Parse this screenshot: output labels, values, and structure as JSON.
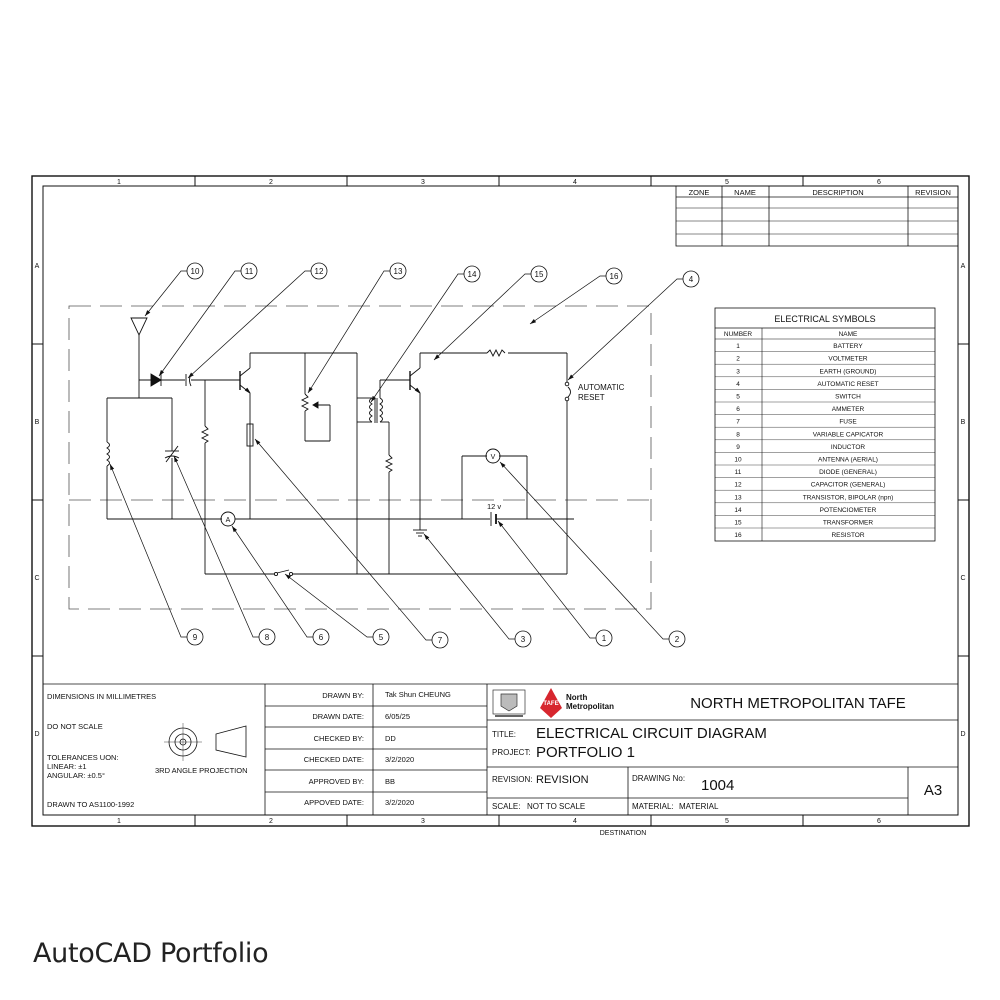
{
  "caption": "AutoCAD Portfolio",
  "border": {
    "columns": [
      "1",
      "2",
      "3",
      "4",
      "5",
      "6"
    ],
    "rows": [
      "A",
      "B",
      "C",
      "D"
    ],
    "bottom_label": "DESTINATION"
  },
  "revision_table": {
    "headers": [
      "ZONE",
      "NAME",
      "DESCRIPTION",
      "REVISION"
    ]
  },
  "symbols_table": {
    "title": "ELECTRICAL SYMBOLS",
    "headers": [
      "NUMBER",
      "NAME"
    ],
    "rows": [
      {
        "number": "1",
        "name": "BATTERY"
      },
      {
        "number": "2",
        "name": "VOLTMETER"
      },
      {
        "number": "3",
        "name": "EARTH (GROUND)"
      },
      {
        "number": "4",
        "name": "AUTOMATIC RESET"
      },
      {
        "number": "5",
        "name": "SWITCH"
      },
      {
        "number": "6",
        "name": "AMMETER"
      },
      {
        "number": "7",
        "name": "FUSE"
      },
      {
        "number": "8",
        "name": "VARIABLE CAPICATOR"
      },
      {
        "number": "9",
        "name": "INDUCTOR"
      },
      {
        "number": "10",
        "name": "ANTENNA (AERIAL)"
      },
      {
        "number": "11",
        "name": "DIODE (GENERAL)"
      },
      {
        "number": "12",
        "name": "CAPACITOR (GENERAL)"
      },
      {
        "number": "13",
        "name": "TRANSISTOR, BIPOLAR (npn)"
      },
      {
        "number": "14",
        "name": "POTENCIOMETER"
      },
      {
        "number": "15",
        "name": "TRANSFORMER"
      },
      {
        "number": "16",
        "name": "RESISTOR"
      }
    ]
  },
  "circuit": {
    "auto_reset_label_1": "AUTOMATIC",
    "auto_reset_label_2": "RESET",
    "battery_label": "12 v",
    "voltmeter_symbol": "V",
    "ammeter_symbol": "A",
    "callouts": [
      "10",
      "11",
      "12",
      "13",
      "14",
      "15",
      "16",
      "4",
      "9",
      "8",
      "6",
      "5",
      "7",
      "3",
      "1",
      "2"
    ]
  },
  "title_block": {
    "dimensions": "DIMENSIONS IN MILLIMETRES",
    "do_not_scale": "DO NOT SCALE",
    "tolerances": "TOLERANCES UON:",
    "linear": "LINEAR: ±1",
    "angular": "ANGULAR: ±0.5°",
    "projection": "3RD ANGLE PROJECTION",
    "drawn_to": "DRAWN TO AS1100-1992",
    "drawn_by_label": "DRAWN BY:",
    "drawn_by": "Tak Shun CHEUNG",
    "drawn_date_label": "DRAWN DATE:",
    "drawn_date": "6/05/25",
    "checked_by_label": "CHECKED BY:",
    "checked_by": "DD",
    "checked_date_label": "CHECKED DATE:",
    "checked_date": "3/2/2020",
    "approved_by_label": "APPROVED BY:",
    "approved_by": "BB",
    "approved_date_label": "APPOVED DATE:",
    "approved_date": "3/2/2020",
    "logo_badge": "TAFE",
    "logo_line1": "North",
    "logo_line2": "Metropolitan",
    "institution": "NORTH METROPOLITAN TAFE",
    "title_label": "TITLE:",
    "title": "ELECTRICAL CIRCUIT DIAGRAM",
    "project_label": "PROJECT:",
    "project": "PORTFOLIO 1",
    "revision_label": "REVISION:",
    "revision": "REVISION",
    "drawing_no_label": "DRAWING No:",
    "drawing_no": "1004",
    "sheet_size": "A3",
    "scale_label": "SCALE:",
    "scale": "NOT TO SCALE",
    "material_label": "MATERIAL:",
    "material": "MATERIAL"
  },
  "colors": {
    "line": "#111111",
    "hidden": "#555555",
    "accent": "#d7262e"
  }
}
